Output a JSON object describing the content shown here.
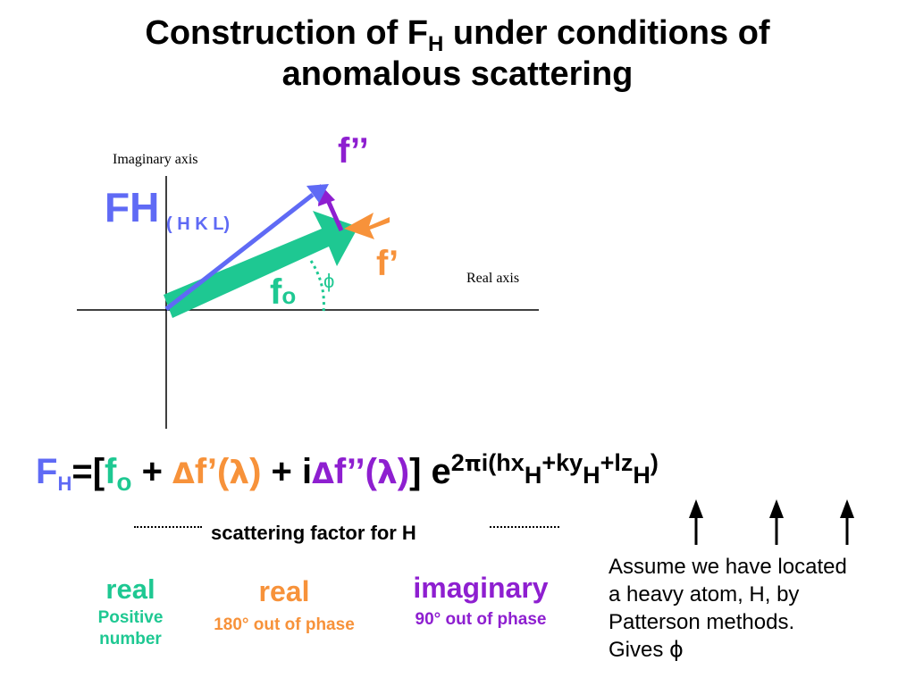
{
  "title": {
    "line1_before": "Construction of F",
    "line1_sub": "H",
    "line1_after": " under conditions of",
    "line2": "anomalous scattering"
  },
  "diagram": {
    "imaginary_axis_label": "Imaginary axis",
    "real_axis_label": "Real axis",
    "fh_main": "FH",
    "fh_hkl": "( H K L)",
    "f_double_prime": "f’’",
    "f_prime": "f’",
    "fo_main": "f",
    "fo_sub": "o",
    "phi": "ϕ"
  },
  "formula": {
    "F": "F",
    "F_sub": "H",
    "eq_bracket": "=[",
    "f": "f",
    "f_sub": "o",
    "plus1": " + ",
    "delta1": "Δ",
    "fprime_lambda": "f’(",
    "lambda1": "λ",
    "close1": ")",
    "plus2": " + i",
    "delta2": "Δ",
    "fdprime_lambda": "f’’(",
    "lambda2": "λ",
    "close2": ")",
    "bracket_close": "] ",
    "e": "e",
    "exp_2": "2",
    "exp_pi": "π",
    "exp_i_hx": "i(hx",
    "exp_sub_h1": "H",
    "exp_ky": "+ky",
    "exp_sub_h2": "H",
    "exp_lz": "+lz",
    "exp_sub_h3": "H",
    "exp_close": ")"
  },
  "scattering_label": "scattering factor for H",
  "categories": [
    {
      "title": "real",
      "sub1": "Positive",
      "sub2": "number",
      "color": "#1ec892"
    },
    {
      "title": "real",
      "sub1": "180° out of phase",
      "sub2": "",
      "color": "#f7923a"
    },
    {
      "title": "imaginary",
      "sub1": "90° out of phase",
      "sub2": "",
      "color": "#8e1fd0"
    }
  ],
  "note": {
    "line1": "Assume we have located",
    "line2": "a heavy atom, H, by",
    "line3": "Patterson methods.",
    "line4": "Gives ",
    "phi": "ϕ"
  },
  "colors": {
    "blue": "#5f6af5",
    "green": "#1ec892",
    "orange": "#f7923a",
    "purple": "#8e1fd0"
  }
}
